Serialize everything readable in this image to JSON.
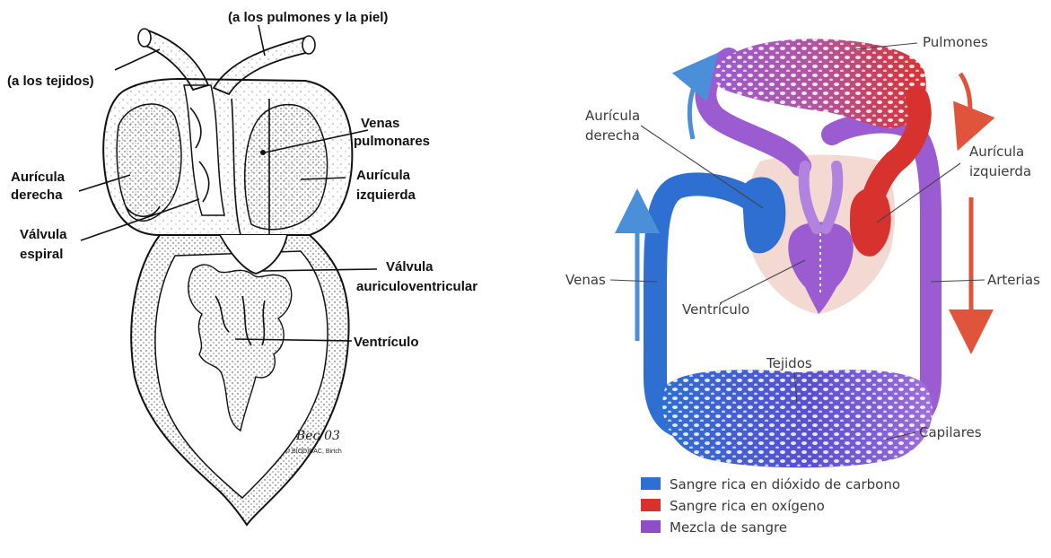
{
  "left_diagram": {
    "labels": {
      "to_lungs_skin": "(a los pulmones y la piel)",
      "to_tissues": "(a los tejidos)",
      "pulmonary_veins_1": "Venas",
      "pulmonary_veins_2": "pulmonares",
      "right_atrium_1": "Aurícula",
      "right_atrium_2": "derecha",
      "left_atrium_1": "Aurícula",
      "left_atrium_2": "izquierda",
      "spiral_valve_1": "Válvula",
      "spiral_valve_2": "espiral",
      "av_valve_1": "Válvula",
      "av_valve_2": "auriculoventricular",
      "ventricle": "Ventrículo",
      "signature": "Bec/03",
      "copyright": "© BIODIDAC, Birtch"
    }
  },
  "right_diagram": {
    "labels": {
      "lungs": "Pulmones",
      "right_atrium_1": "Aurícula",
      "right_atrium_2": "derecha",
      "left_atrium_1": "Aurícula",
      "left_atrium_2": "izquierda",
      "veins": "Venas",
      "arteries": "Arterias",
      "ventricle": "Ventrículo",
      "tissues": "Tejidos",
      "capillaries": "Capilares"
    },
    "legend": [
      {
        "label": "Sangre rica en dióxido de carbono",
        "color": "#2f6fd1"
      },
      {
        "label": "Sangre rica en oxígeno",
        "color": "#d8322f"
      },
      {
        "label": "Mezcla de sangre",
        "color": "#8e4fc6"
      }
    ],
    "colors": {
      "blue": "#2f6fd1",
      "red": "#d8322f",
      "purple": "#9a5cd0",
      "heart_bg": "#f3d9d2",
      "arrow_blue": "#4a8fd8",
      "arrow_red": "#e0543b"
    }
  }
}
